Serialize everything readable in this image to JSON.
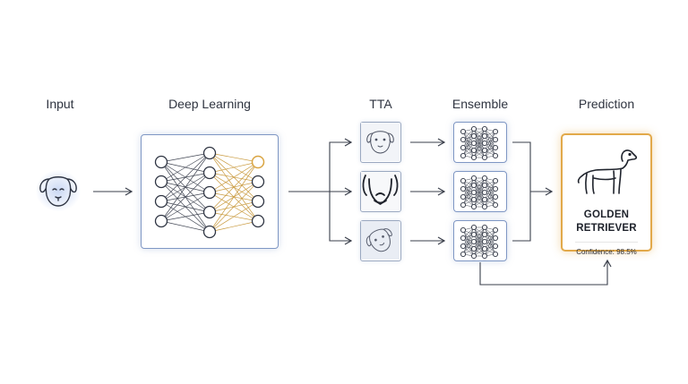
{
  "stages": {
    "input": "Input",
    "deep_learning": "Deep Learning",
    "tta": "TTA",
    "ensemble": "Ensemble",
    "prediction": "Prediction"
  },
  "prediction": {
    "name_line1": "GOLDEN",
    "name_line2": "RETRIEVER",
    "confidence": "Confidence: 98.5%"
  },
  "colors": {
    "accent_blue": "#7f97c4",
    "accent_gold": "#e2a94a",
    "line": "#3a3f4b"
  },
  "icons": {
    "input": "dog-face-icon",
    "tta": [
      "dog-face-icon",
      "dog-face-closeup-icon",
      "dog-face-rotated-icon"
    ],
    "ensemble": "neural-network-icon",
    "prediction": "dog-silhouette-icon"
  }
}
